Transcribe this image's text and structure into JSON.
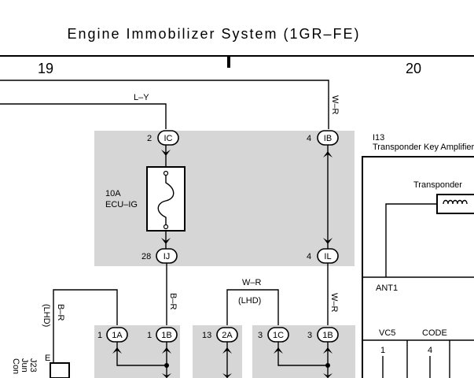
{
  "title": "Engine Immobilizer System (1GR–FE)",
  "sections": [
    "19",
    "20"
  ],
  "wire_labels": {
    "top_left": "L–Y",
    "top_right": "W–R",
    "right_mid": "W–R",
    "mid_loop": "W–R",
    "mid_loop_sub": "(LHD)",
    "center": "B–R",
    "left_vert": "B–R",
    "left_vert_sub": "(LHD)"
  },
  "fuse": {
    "amp": "10A",
    "name": "ECU–IG"
  },
  "connectors": {
    "c1": {
      "pin": "2",
      "code": "IC"
    },
    "c2": {
      "pin": "4",
      "code": "IB"
    },
    "c3": {
      "pin": "28",
      "code": "IJ"
    },
    "c4": {
      "pin": "4",
      "code": "IL"
    },
    "b1": {
      "pin": "1",
      "code": "1A"
    },
    "b2": {
      "pin": "1",
      "code": "1B"
    },
    "b3": {
      "pin": "13",
      "code": "2A"
    },
    "b4": {
      "pin": "3",
      "code": "1C"
    },
    "b5": {
      "pin": "3",
      "code": "1B"
    }
  },
  "amplifier": {
    "ref": "I13",
    "name": "Transponder Key Amplifier",
    "transponder": "Transponder",
    "ant": "ANT1",
    "vc5": "VC5",
    "code": "CODE",
    "vc5_pin": "1",
    "code_pin": "4"
  },
  "junction": {
    "letter": "E",
    "ref": "J23",
    "line2": "Jun",
    "line3": "Con"
  }
}
